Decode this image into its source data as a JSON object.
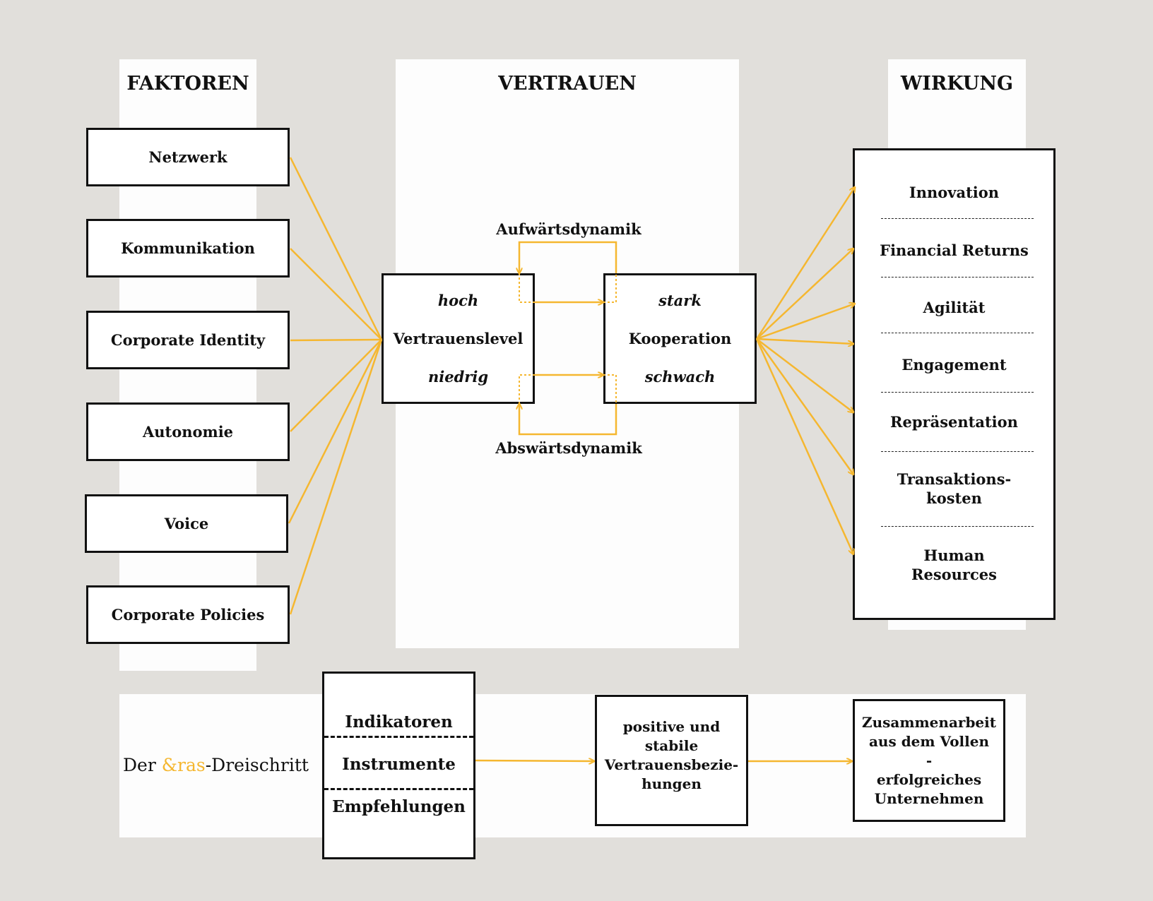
{
  "columns": {
    "factors_title": "FAKTOREN",
    "trust_title": "VERTRAUEN",
    "effect_title": "WIRKUNG"
  },
  "factors": [
    {
      "label": "Netzwerk"
    },
    {
      "label": "Kommunikation"
    },
    {
      "label": "Corporate Identity"
    },
    {
      "label": "Autonomie"
    },
    {
      "label": "Voice"
    },
    {
      "label": "Corporate Policies"
    }
  ],
  "trust": {
    "level_high": "hoch",
    "level_label": "Vertrauenslevel",
    "level_low": "niedrig",
    "coop_high": "stark",
    "coop_label": "Kooperation",
    "coop_low": "schwach",
    "upward": "Aufwärtsdynamik",
    "downward": "Abswärtsdynamik"
  },
  "effects": [
    {
      "label": "Innovation"
    },
    {
      "label": "Financial Returns"
    },
    {
      "label": "Agilität"
    },
    {
      "label": "Engagement"
    },
    {
      "label": "Repräsentation"
    },
    {
      "label": "Transaktions-\nkosten"
    },
    {
      "label": "Human\nResources"
    }
  ],
  "bottom": {
    "title_prefix": "Der ",
    "title_brand": "&ras",
    "title_suffix": "-Dreischritt",
    "steps": [
      "Indikatoren",
      "Instrumente",
      "Empfehlungen"
    ],
    "middle": "positive und stabile\nVertrauensbezie-\nhungen",
    "result": "Zusammenarbeit\naus dem Vollen\n-\nerfolgreiches\nUnternehmen"
  },
  "colors": {
    "background": "#e1dfdb",
    "panel": "#fdfdfd",
    "accent": "#f5b730",
    "stroke": "#111111"
  }
}
